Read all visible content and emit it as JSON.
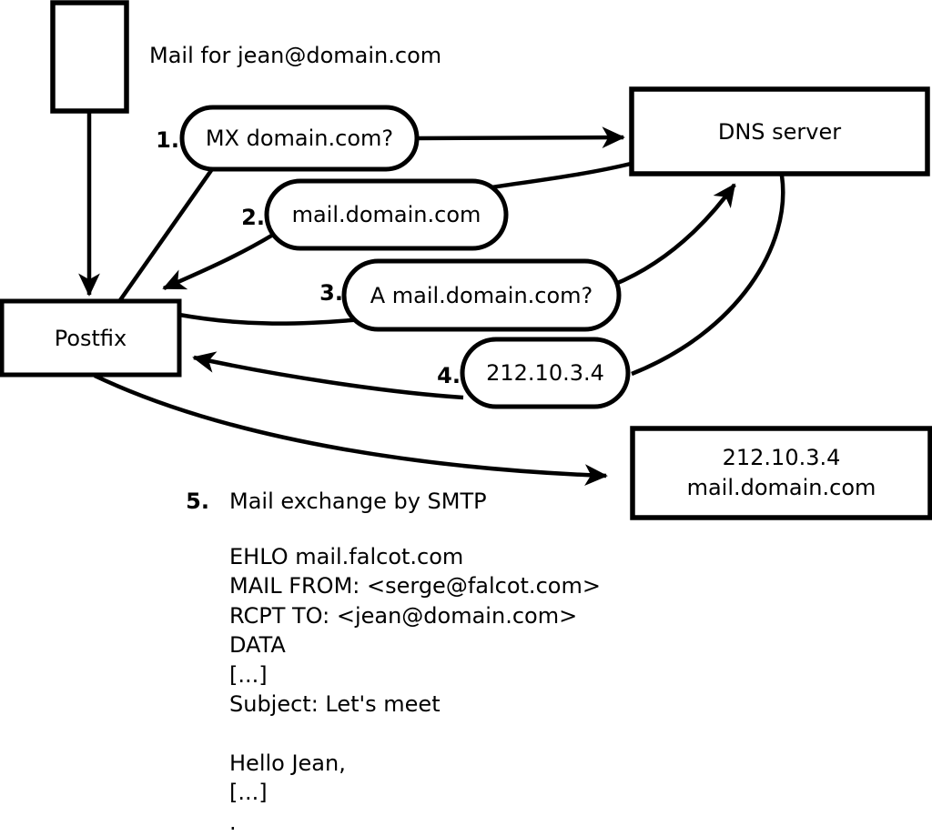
{
  "diagram": {
    "title_note": "Mail for jean@domain.com",
    "nodes": {
      "mail_message": "",
      "postfix": "Postfix",
      "dns_server": "DNS server",
      "destination": {
        "line1": "212.10.3.4",
        "line2": "mail.domain.com"
      }
    },
    "steps": [
      {
        "num": "1.",
        "label": "MX domain.com?"
      },
      {
        "num": "2.",
        "label": "mail.domain.com"
      },
      {
        "num": "3.",
        "label": "A mail.domain.com?"
      },
      {
        "num": "4.",
        "label": "212.10.3.4"
      },
      {
        "num": "5.",
        "label": "Mail exchange by SMTP"
      }
    ],
    "smtp_session": [
      "EHLO mail.falcot.com",
      "MAIL FROM: <serge@falcot.com>",
      "RCPT TO: <jean@domain.com>",
      "DATA",
      "[...]",
      "Subject: Let's meet",
      "",
      "Hello Jean,",
      "[...]",
      "."
    ],
    "colors": {
      "line": "#000000",
      "background": "#ffffff"
    }
  }
}
